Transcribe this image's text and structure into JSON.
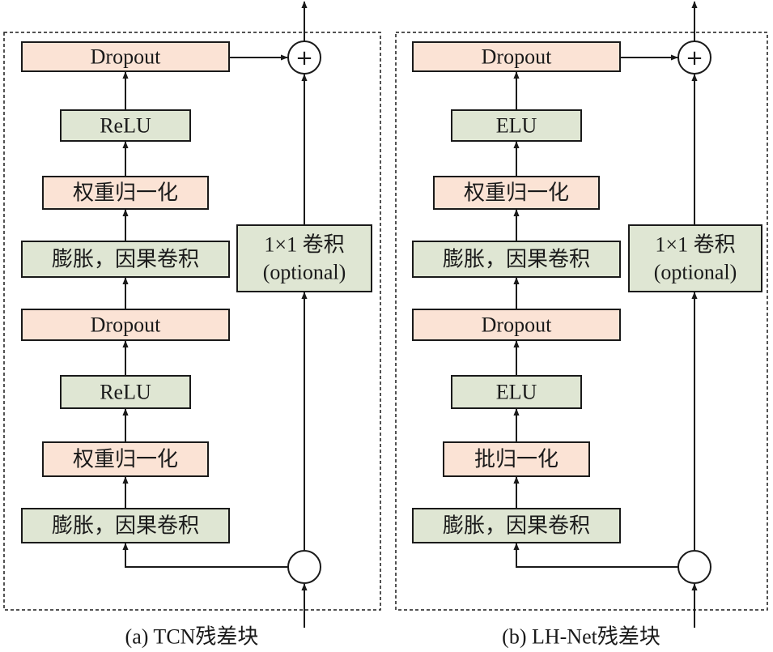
{
  "colors": {
    "orange_fill": "#fbe3d5",
    "green_fill": "#dfe6d3",
    "stroke": "#1a1a1a"
  },
  "panels": [
    {
      "id": "tcn",
      "caption": "(a) TCN残差块",
      "layers": [
        {
          "label": "Dropout",
          "style": "orange"
        },
        {
          "label": "ReLU",
          "style": "green"
        },
        {
          "label": "权重归一化",
          "style": "orange"
        },
        {
          "label": "膨胀，因果卷积",
          "style": "green"
        },
        {
          "label": "Dropout",
          "style": "orange"
        },
        {
          "label": "ReLU",
          "style": "green"
        },
        {
          "label": "权重归一化",
          "style": "orange"
        },
        {
          "label": "膨胀，因果卷积",
          "style": "green"
        }
      ],
      "shortcut": {
        "line1": "1×1 卷积",
        "line2": "(optional)"
      },
      "add_symbol": "+"
    },
    {
      "id": "lhnet",
      "caption": "(b) LH-Net残差块",
      "layers": [
        {
          "label": "Dropout",
          "style": "orange"
        },
        {
          "label": "ELU",
          "style": "green"
        },
        {
          "label": "权重归一化",
          "style": "orange"
        },
        {
          "label": "膨胀，因果卷积",
          "style": "green"
        },
        {
          "label": "Dropout",
          "style": "orange"
        },
        {
          "label": "ELU",
          "style": "green"
        },
        {
          "label": "批归一化",
          "style": "orange"
        },
        {
          "label": "膨胀，因果卷积",
          "style": "green"
        }
      ],
      "shortcut": {
        "line1": "1×1 卷积",
        "line2": "(optional)"
      },
      "add_symbol": "+"
    }
  ]
}
